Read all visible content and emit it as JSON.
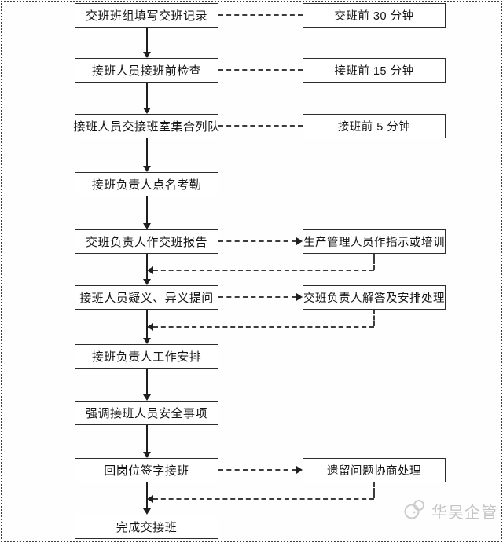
{
  "flowchart": {
    "type": "flowchart",
    "direction": "top-down",
    "steps": [
      "交班班组填写交班记录",
      "接班人员接班前检查",
      "接班人员交接班室集合列队",
      "接班负责人点名考勤",
      "交班负责人作交班报告",
      "接班人员疑义、异义提问",
      "接班负责人工作安排",
      "强调接班人员安全事项",
      "回岗位签字接班",
      "完成交接班"
    ],
    "side_notes": [
      {
        "label": "交班前 30 分钟",
        "attached_to_step": 1,
        "connector": "dashed-line"
      },
      {
        "label": "接班前 15 分钟",
        "attached_to_step": 2,
        "connector": "dashed-line"
      },
      {
        "label": "接班前 5 分钟",
        "attached_to_step": 3,
        "connector": "dashed-line"
      },
      {
        "label": "生产管理人员作指示或培训",
        "attached_to_step": 5,
        "connector": "dashed-arrow-with-return"
      },
      {
        "label": "交班负责人解答及安排处理",
        "attached_to_step": 6,
        "connector": "dashed-arrow-with-return"
      },
      {
        "label": "遗留问题协商处理",
        "attached_to_step": 9,
        "connector": "dashed-arrow-with-return"
      }
    ]
  },
  "watermark": {
    "text": "华昊企管",
    "logo": "circles-mascot-logo"
  },
  "colors": {
    "background": "#fefefe",
    "box_border": "#2c2c2c",
    "line": "#1e1e1e",
    "dashed_line": "#3c3c3c",
    "page_border": "#3f3f3f",
    "watermark": "#c3c3c3"
  }
}
